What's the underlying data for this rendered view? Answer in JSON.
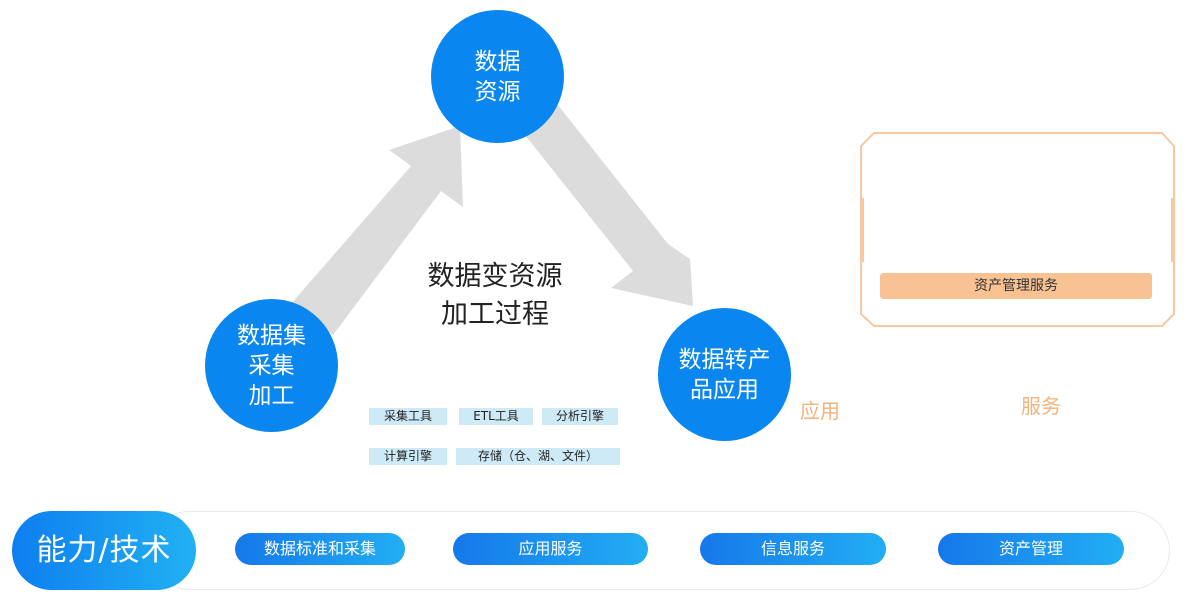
{
  "diagram": {
    "nodes": {
      "data_resource": "数据\n资源",
      "collect_process": "数据集\n采集\n加工",
      "product_app": "数据转产\n品应用"
    },
    "center_title": "数据变资源\n加工过程",
    "tools": [
      "采集工具",
      "ETL工具",
      "分析引擎",
      "计算引擎",
      "存储（仓、湖、文件）"
    ],
    "labels": {
      "application": "应用",
      "service": "服务"
    },
    "asset_bar": "资产管理服务"
  },
  "capabilities": {
    "title": "能力/技术",
    "items": [
      "数据标准和采集",
      "应用服务",
      "信息服务",
      "资产管理"
    ]
  },
  "colors": {
    "node_blue": "#0a86f0",
    "arrow_gray": "#dcdcdc",
    "tag_bg": "#cfeaf7",
    "orange_text": "#f5b27a",
    "orange_bar": "#f9c292",
    "orange_frame": "#f8c9a0"
  }
}
